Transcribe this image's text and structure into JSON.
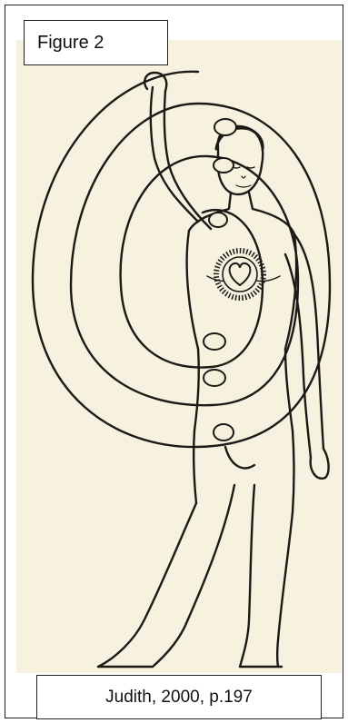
{
  "figure": {
    "title": "Figure 2",
    "caption": "Judith, 2000, p.197"
  },
  "colors": {
    "paper": "#f7f2df",
    "ink": "#1c1a16",
    "chakra_fill": "#f5f0dc"
  },
  "illustration": {
    "subject": "standing-figure-with-spiral",
    "chakra_count": 7,
    "heart_icon": "heart-icon"
  }
}
